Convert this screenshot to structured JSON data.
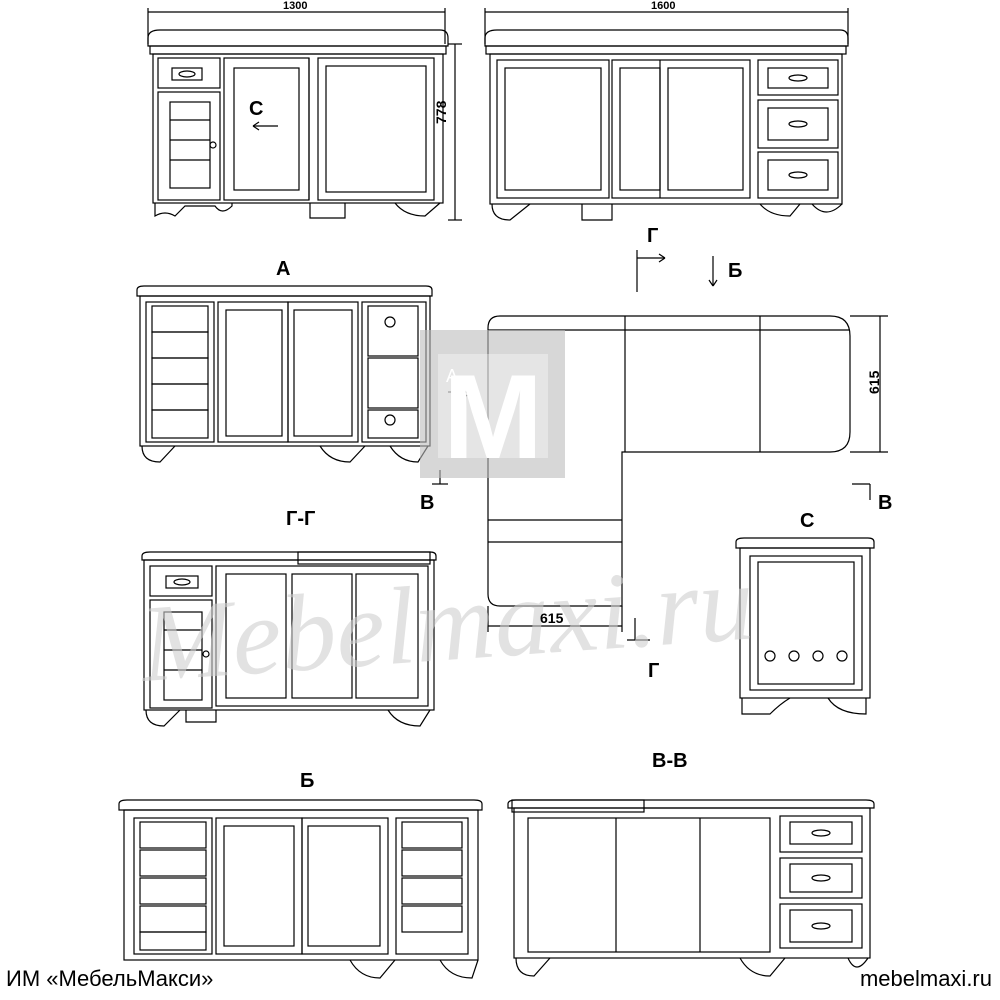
{
  "dimensions": {
    "width_left": "1300",
    "width_right": "1600",
    "height": "778",
    "depth_right": "615",
    "depth_bottom": "615"
  },
  "views": {
    "a": "А",
    "b": "Б",
    "c": "С",
    "gg": "Г-Г",
    "vv": "В-В"
  },
  "markers": {
    "c_arrow": "С",
    "g_top": "Г",
    "b_top": "Б",
    "a_plan": "А",
    "v_left": "В",
    "v_right": "В",
    "g_bottom": "Г"
  },
  "watermark": "Mebelmaxi.ru",
  "footer": {
    "left": "ИМ «МебельМакси»",
    "right": "mebelmaxi.ru"
  }
}
